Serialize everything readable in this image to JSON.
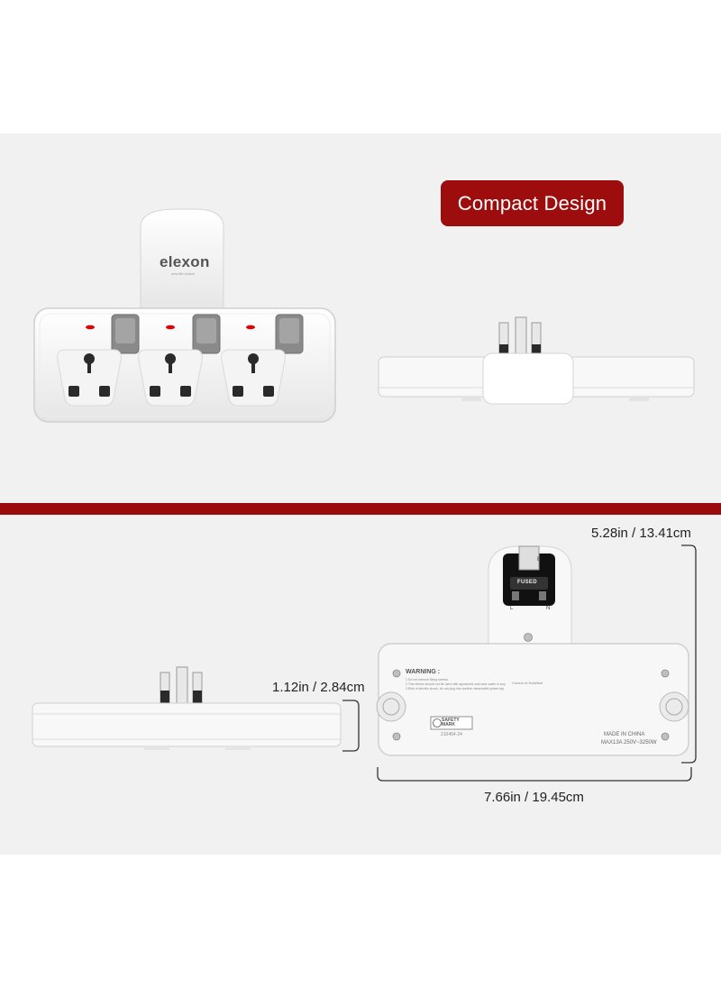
{
  "badge": {
    "text": "Compact Design",
    "bg": "#9e0d0d"
  },
  "colors": {
    "divider": "#9b0b0b",
    "panel": "#f1f1f1",
    "indicator": "#e30000"
  },
  "brand": {
    "name": "elexon",
    "tagline": "new life choice"
  },
  "dimensions": {
    "height": "5.28in / 13.41cm",
    "depth": "1.12in / 2.84cm",
    "width": "7.66in / 19.45cm"
  },
  "back_label": {
    "warning_title": "WARNING :",
    "warning_lines": [
      "1.Do not remove fixing screws.",
      "2.This device should not be used with aquariums and near water or any.",
      "3.Risk of electric shock, do not plug into another detachable power tap."
    ],
    "control_note": "Control of Hold/test",
    "safety_mark": "SAFETY MARK",
    "cert_number": "210454-24",
    "made_in": "MADE IN CHINA",
    "rating": "MAX13A 250V~3250W",
    "fuse_text": "FUSED",
    "pin_e": "E",
    "pin_l": "L",
    "pin_n": "N"
  }
}
